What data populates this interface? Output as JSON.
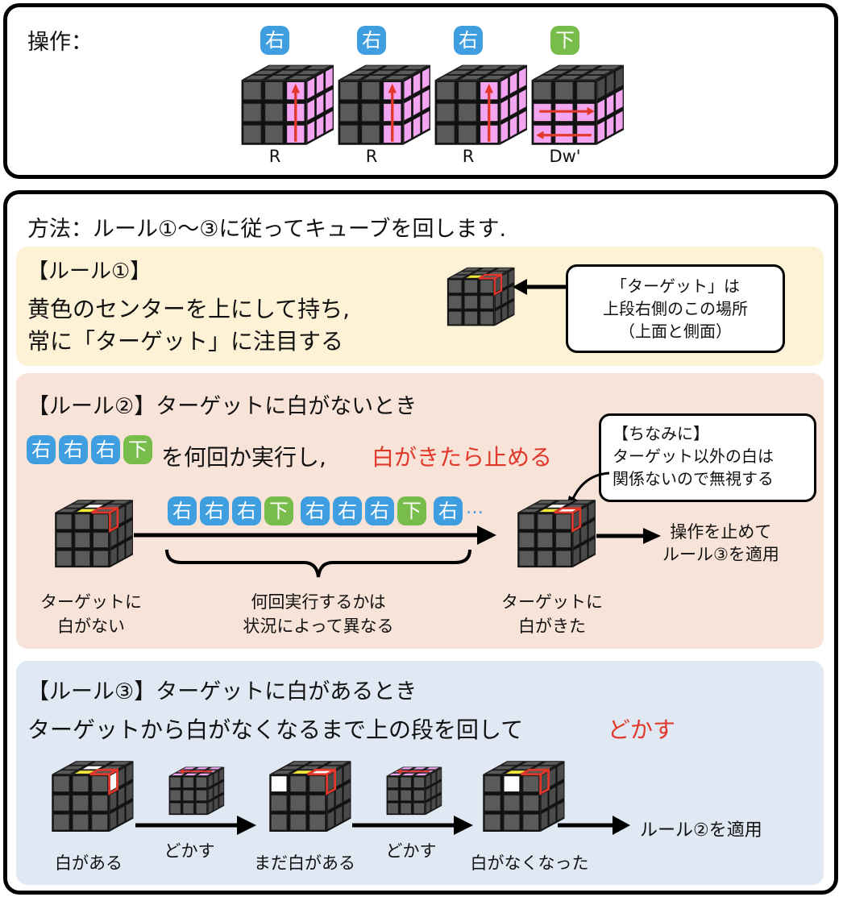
{
  "ops": {
    "label": "操作：",
    "moves": [
      {
        "badge": "右",
        "color": "blue",
        "notation": "R",
        "kind": "R"
      },
      {
        "badge": "右",
        "color": "blue",
        "notation": "R",
        "kind": "R"
      },
      {
        "badge": "右",
        "color": "blue",
        "notation": "R",
        "kind": "R"
      },
      {
        "badge": "下",
        "color": "green",
        "notation": "Dw'",
        "kind": "D"
      }
    ]
  },
  "method": {
    "title": "方法：ルール①〜③に従ってキューブを回します."
  },
  "rule1": {
    "heading": "【ルール①】",
    "line1": "黄色のセンターを上にして持ち,",
    "line2": "常に「ターゲット」に注目する",
    "callout": [
      "「ターゲット」は",
      "上段右側のこの場所",
      "（上面と側面）"
    ]
  },
  "rule2": {
    "heading": "【ルール②】ターゲットに白がないとき",
    "instr_badges": [
      {
        "t": "右",
        "color": "blue"
      },
      {
        "t": "右",
        "color": "blue"
      },
      {
        "t": "右",
        "color": "blue"
      },
      {
        "t": "下",
        "color": "green"
      }
    ],
    "instr_text": "を何回か実行し,",
    "instr_red": "白がきたら止める",
    "seq_badges": [
      {
        "t": "右",
        "color": "blue"
      },
      {
        "t": "右",
        "color": "blue"
      },
      {
        "t": "右",
        "color": "blue"
      },
      {
        "t": "下",
        "color": "green"
      },
      {
        "t": "右",
        "color": "blue"
      },
      {
        "t": "右",
        "color": "blue"
      },
      {
        "t": "右",
        "color": "blue"
      },
      {
        "t": "下",
        "color": "green"
      },
      {
        "t": "右",
        "color": "blue"
      }
    ],
    "ellipsis": "…",
    "note": [
      "【ちなみに】",
      "ターゲット以外の白は",
      "関係ないので無視する"
    ],
    "left_caption": [
      "ターゲットに",
      "白がない"
    ],
    "brace_caption": [
      "何回実行するかは",
      "状況によって異なる"
    ],
    "right_caption": [
      "ターゲットに",
      "白がきた"
    ],
    "result": [
      "操作を止めて",
      "ルール③を適用"
    ]
  },
  "rule3": {
    "heading": "【ルール③】ターゲットに白があるとき",
    "instr": "ターゲットから白がなくなるまで上の段を回して",
    "instr_red": "どかす",
    "captions": [
      "白がある",
      "どかす",
      "まだ白がある",
      "どかす",
      "白がなくなった"
    ],
    "result": "ルール②を適用"
  },
  "colors": {
    "rule1_bg": "#fdf1d6",
    "rule2_bg": "#f8e3d8",
    "rule3_bg": "#dfe8f3",
    "badge_blue": "#3e9ee0",
    "badge_green": "#78bd4b",
    "highlight": "#e2382b",
    "pink": "#f3a5f2",
    "yellow": "#f6ea38"
  }
}
